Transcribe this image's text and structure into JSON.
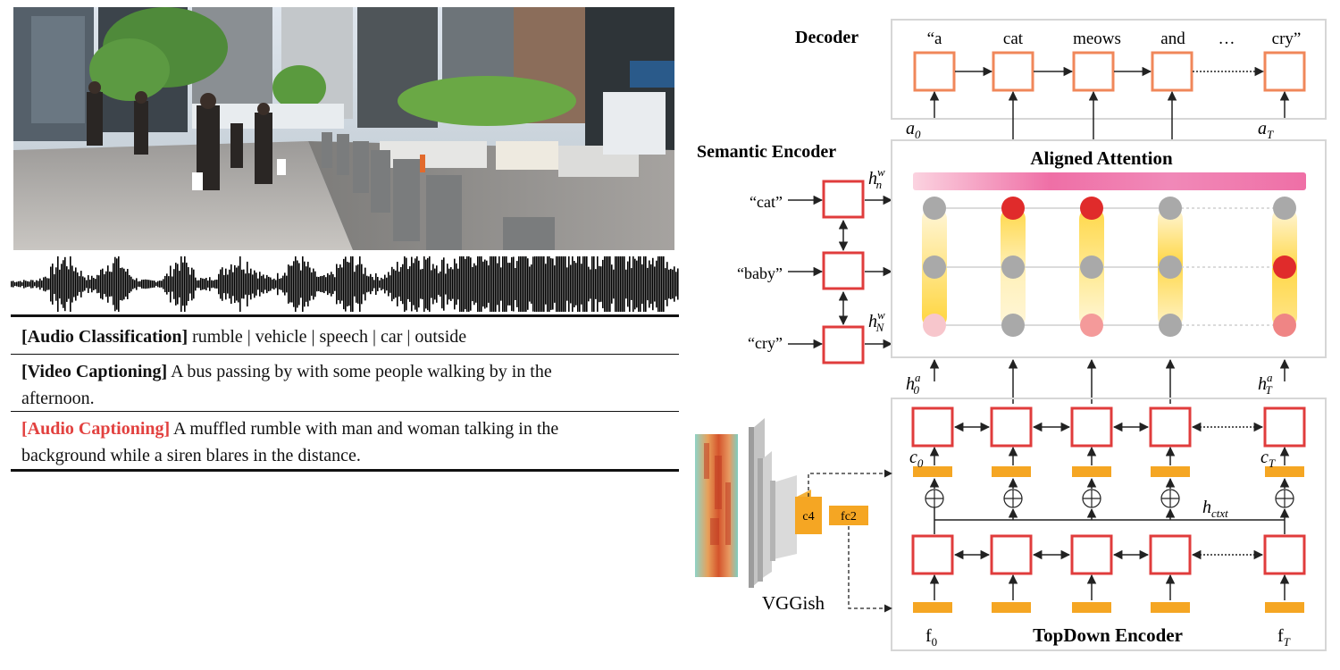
{
  "captions": {
    "audio_classification": {
      "tag": "[Audio Classification]",
      "text": " rumble | vehicle | speech | car | outside"
    },
    "video_captioning": {
      "tag": "[Video Captioning]",
      "text": " A bus passing by with some people walking by in the",
      "text2": "afternoon."
    },
    "audio_captioning": {
      "tag": "[Audio Captioning]",
      "text": " A muffled rumble with man and woman talking in the",
      "text2": "background while a siren blares in the distance."
    }
  },
  "decoder": {
    "title": "Decoder",
    "words": [
      "“a",
      "cat",
      "meows",
      "and",
      "…",
      "cry”"
    ],
    "input_labels": {
      "first": "a",
      "first_sub": "0",
      "last": "a",
      "last_sub": "T"
    }
  },
  "semantic_encoder": {
    "title": "Semantic Encoder",
    "words": [
      "“cat”",
      "“baby”",
      "“cry”"
    ],
    "out_labels": [
      {
        "base": "h",
        "sup": "w",
        "sub": "n"
      },
      {
        "base": "h",
        "sup": "w",
        "sub": "N"
      }
    ]
  },
  "aligned_attention": {
    "title": "Aligned Attention"
  },
  "topdown_encoder": {
    "title": "TopDown Encoder",
    "out_labels": [
      {
        "base": "h",
        "sup": "a",
        "sub": "0"
      },
      {
        "base": "h",
        "sup": "a",
        "sub": "T"
      }
    ],
    "context_labels": [
      {
        "base": "c",
        "sub": "0"
      },
      {
        "base": "c",
        "sub": "T"
      }
    ],
    "ctxt_label": {
      "base": "h",
      "sub": "ctxt"
    },
    "feature_labels": [
      {
        "base": "f",
        "sub": "0"
      },
      {
        "base": "f",
        "sub": "T"
      }
    ]
  },
  "vggish": {
    "label": "VGGish",
    "c4": "c4",
    "fc2": "fc2"
  },
  "colors": {
    "red_box": "#e03c3c",
    "orange_box": "#f0875a",
    "feature": "#f5a623",
    "gray_dot": "#a9a9a9",
    "red_dot": "#e02b2b"
  }
}
